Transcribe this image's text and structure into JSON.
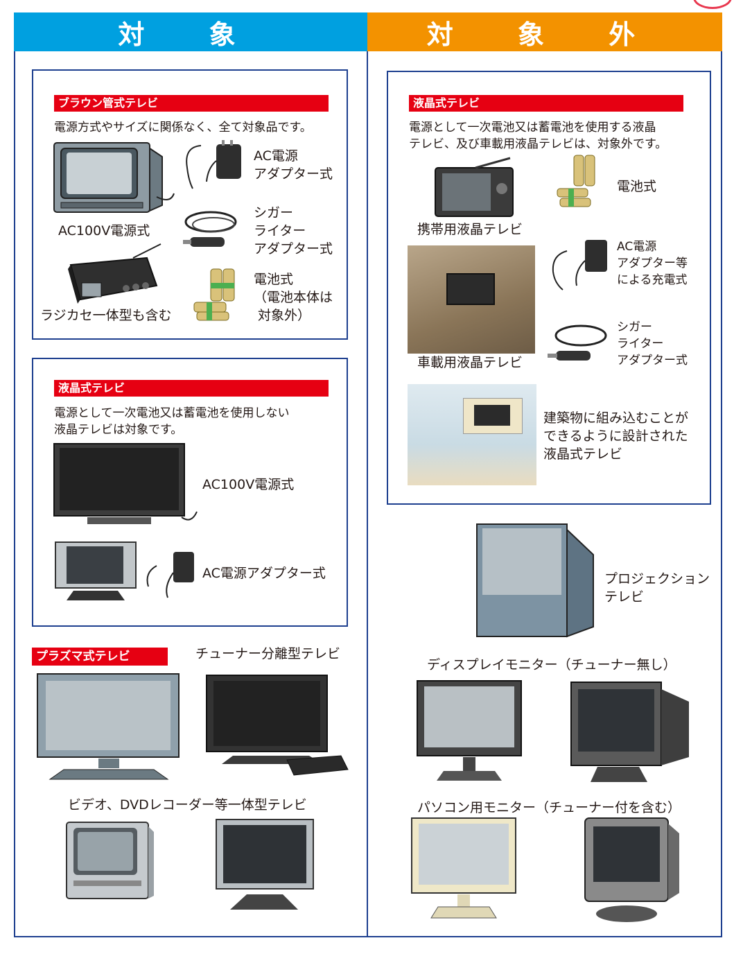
{
  "headers": {
    "left": "対 象",
    "right": "対 象 外"
  },
  "left": {
    "braun": {
      "title": "ブラウン管式テレビ",
      "desc": "電源方式やサイズに関係なく、全て対象品です。",
      "ac100": "AC100V電源式",
      "ac_adapter": "AC電源\nアダプター式",
      "cigar": "シガー\nライター\nアダプター式",
      "battery": "電池式\n（電池本体は\n 対象外）",
      "radio": "ラジカセ一体型も含む"
    },
    "lcd": {
      "title": "液晶式テレビ",
      "desc": "電源として一次電池又は蓄電池を使用しない\n液晶テレビは対象です。",
      "ac100": "AC100V電源式",
      "ac_adapter": "AC電源アダプター式"
    },
    "plasma": {
      "title": "プラズマ式テレビ"
    },
    "tuner_sep": "チューナー分離型テレビ",
    "video_dvd": "ビデオ、DVDレコーダー等一体型テレビ"
  },
  "right": {
    "lcd": {
      "title": "液晶式テレビ",
      "desc": "電源として一次電池又は蓄電池を使用する液晶\nテレビ、及び車載用液晶テレビは、対象外です。",
      "portable": "携帯用液晶テレビ",
      "battery": "電池式",
      "ac_rechg": "AC電源\nアダプター等\nによる充電式",
      "car": "車載用液晶テレビ",
      "cigar": "シガー\nライター\nアダプター式",
      "built_in": "建築物に組み込むことが\nできるように設計された\n液晶式テレビ"
    },
    "projection": "プロジェクション\nテレビ",
    "display_monitor": "ディスプレイモニター（チューナー無し）",
    "pc_monitor": "パソコン用モニター（チューナー付を含む）"
  },
  "colors": {
    "blue_header": "#00a0e0",
    "orange_header": "#f39200",
    "red_bar": "#e60012",
    "border": "#1d3f8f"
  }
}
